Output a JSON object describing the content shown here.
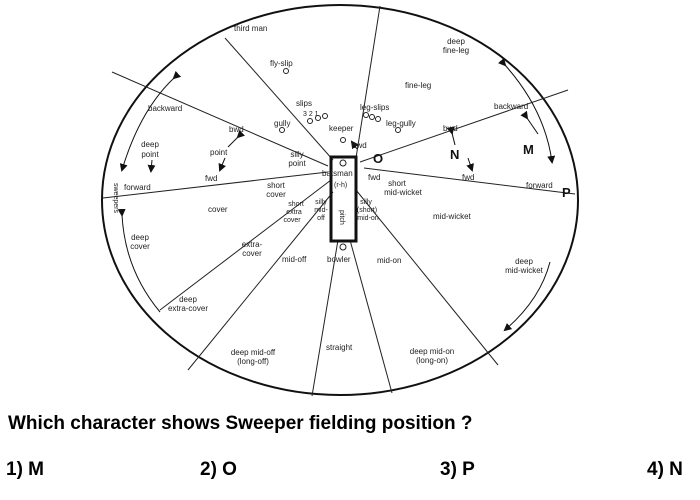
{
  "diagram": {
    "labels": {
      "third_man": "third man",
      "deep_fine_leg": [
        "deep",
        "fine-leg"
      ],
      "fly_slip": "fly-slip",
      "fine_leg": "fine-leg",
      "slips": "slips",
      "slip_numbers": "3 2 1",
      "leg_slips": "leg-slips",
      "gully": "gully",
      "keeper": "keeper",
      "leg_gully": "leg-gully",
      "backward_left": "backward",
      "backward_right": "backward",
      "deep_point": [
        "deep",
        "point"
      ],
      "bwd_left": "bwd",
      "point": "point",
      "bwd_center": "bwd",
      "bwd_right": "bwd",
      "silly_point": [
        "silly",
        "point"
      ],
      "fwd_left": "fwd",
      "fwd_right": "fwd",
      "fwd_far_right": "fwd",
      "forward_left": "forward",
      "forward_right": "forward",
      "batsman": "batsman",
      "rh": "(r-h)",
      "short_cover": [
        "short",
        "cover"
      ],
      "short_extra_cover": [
        "short",
        "extra",
        "cover"
      ],
      "silly_mid_off": [
        "silly",
        "mid-",
        "off"
      ],
      "silly_short_mid_on": [
        "silly",
        "(short)",
        "mid-on"
      ],
      "short_mid_wicket": [
        "short",
        "mid-wicket"
      ],
      "pitch": "pitch",
      "cover": "cover",
      "mid_wicket": "mid-wicket",
      "sweepers": "sweepers",
      "deep_cover": [
        "deep",
        "cover"
      ],
      "extra_cover": [
        "extra-",
        "cover"
      ],
      "mid_off": "mid-off",
      "bowler": "bowler",
      "mid_on": "mid-on",
      "deep_mid_wicket": [
        "deep",
        "mid-wicket"
      ],
      "deep_extra_cover": [
        "deep",
        "extra-cover"
      ],
      "straight": "straight",
      "deep_mid_off": [
        "deep mid-off",
        "(long-off)"
      ],
      "deep_mid_on": [
        "deep mid-on",
        "(long-on)"
      ]
    },
    "markers": {
      "M": "M",
      "N": "N",
      "O": "O",
      "P": "P"
    }
  },
  "question": "Which character shows Sweeper fielding position ?",
  "options": [
    "1) M",
    "2) O",
    "3) P",
    "4) N"
  ]
}
